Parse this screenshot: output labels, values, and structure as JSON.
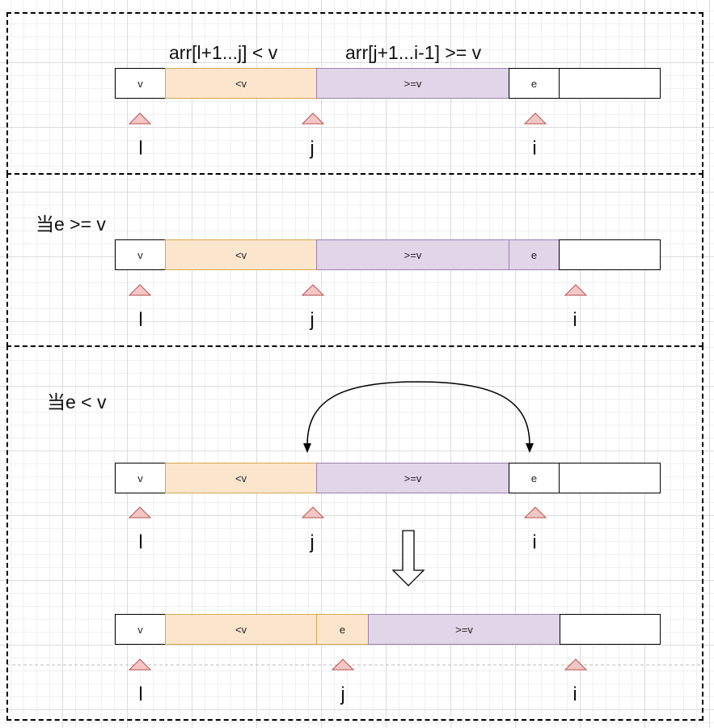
{
  "top_labels": {
    "less_range": "arr[l+1...j] < v",
    "ge_range": "arr[j+1...i-1] >= v"
  },
  "case_ge": "当e >= v",
  "case_lt": "当e < v",
  "cells": {
    "v": "v",
    "lt": "<v",
    "ge": ">=v",
    "e": "e"
  },
  "pointers": {
    "l": "l",
    "j": "j",
    "i": "i"
  },
  "colors": {
    "lt_fill": "#fbe6cd",
    "ge_fill": "#e1d5e8",
    "pointer_fill": "#f4c6c6"
  }
}
